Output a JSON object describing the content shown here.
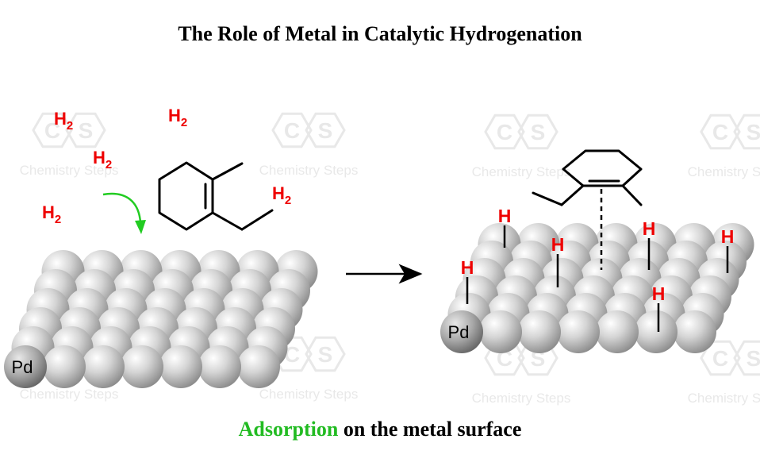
{
  "title": "The Role of Metal in Catalytic Hydrogenation",
  "caption": {
    "highlight": "Adsorption",
    "rest": " on the metal surface"
  },
  "watermark": {
    "text": "Chemistry Steps",
    "logo_c": "C",
    "logo_s": "S"
  },
  "left_panel": {
    "metal_label": "Pd",
    "h2_label": {
      "base": "H",
      "sub": "2"
    },
    "arrow_color": "#22cc22"
  },
  "right_panel": {
    "metal_label": "Pd",
    "h_label": "H"
  },
  "colors": {
    "hydrogen": "#ee0000",
    "highlight": "#22bb22",
    "sphere": "#cfcfcf"
  }
}
